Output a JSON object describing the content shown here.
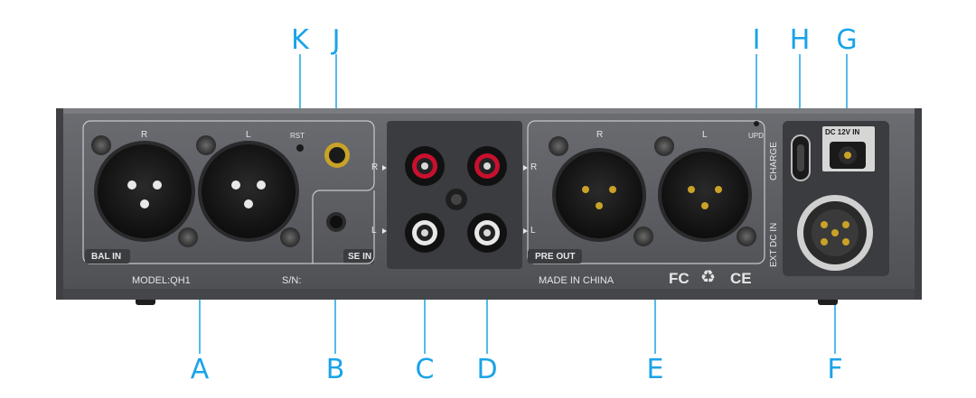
{
  "callouts": {
    "K": "K",
    "J": "J",
    "I": "I",
    "H": "H",
    "G": "G",
    "A": "A",
    "B": "B",
    "C": "C",
    "D": "D",
    "E": "E",
    "F": "F"
  },
  "panel": {
    "bal_r": "R",
    "bal_l": "L",
    "rst": "RST",
    "bal_in": "BAL IN",
    "se_in": "SE IN",
    "rca_r": "R",
    "rca_l": "L",
    "pre_r_side": "R",
    "pre_l_side": "L",
    "pre_r": "R",
    "pre_l": "L",
    "upd": "UPD",
    "pre_out": "PRE OUT",
    "charge": "CHARGE",
    "ext_dc_in": "EXT DC IN",
    "dc_12v_in": "DC 12V IN",
    "model": "MODEL:QH1",
    "sn": "S/N:",
    "made_in": "MADE IN CHINA",
    "fc_mark": "FC",
    "ce_mark": "CE",
    "recycle_mark": "♻"
  },
  "colors": {
    "callout": "#1aa3e8",
    "chassis": "#5a5c60",
    "chassis_dark": "#3c3e42",
    "red_ring": "#c8102e",
    "gold": "#c9a227"
  }
}
